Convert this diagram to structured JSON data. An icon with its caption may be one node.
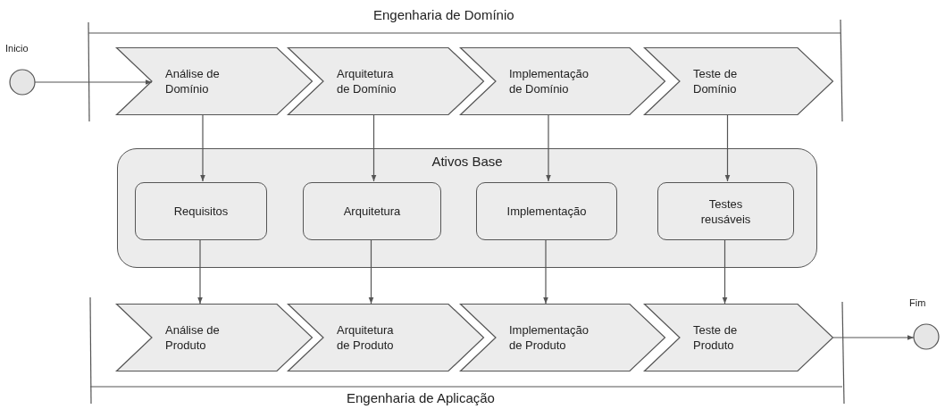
{
  "diagram": {
    "nodes": [
      {
        "text": [
          "Inicio"
        ]
      },
      {
        "text": [
          "Análise de Domínio"
        ]
      },
      {
        "text": [
          "Arquitetura de Domínio"
        ]
      },
      {
        "text": [
          "Implementação de Domínio"
        ]
      },
      {
        "text": [
          "Teste de Domínio"
        ]
      },
      {
        "text": [
          "Ativos Base"
        ]
      },
      {
        "text": [
          "Requisitos"
        ],
        "in": 5
      },
      {
        "text": [
          "Arquitetura"
        ],
        "in": 5
      },
      {
        "text": [
          "Implementação"
        ],
        "in": 5
      },
      {
        "text": [
          "Testes reusáveis"
        ],
        "in": 5
      },
      {
        "text": [
          "Análise de Produto"
        ]
      },
      {
        "text": [
          "Arquitetura de Produto"
        ]
      },
      {
        "text": [
          "Implementação de Produto"
        ]
      },
      {
        "text": [
          "Teste de Produto"
        ]
      },
      {
        "text": [
          "Fim"
        ]
      }
    ],
    "edges": [
      {
        "from": 0,
        "to": 1,
        "arrow": "to"
      },
      {
        "from": 1,
        "to": 6,
        "arrow": "to"
      },
      {
        "from": 2,
        "to": 7,
        "arrow": "to"
      },
      {
        "from": 3,
        "to": 8,
        "arrow": "to"
      },
      {
        "from": 4,
        "to": 9,
        "arrow": "to"
      },
      {
        "from": 6,
        "to": 10,
        "arrow": "to"
      },
      {
        "from": 7,
        "to": 11,
        "arrow": "to"
      },
      {
        "from": 8,
        "to": 12,
        "arrow": "to"
      },
      {
        "from": 9,
        "to": 13,
        "arrow": "to"
      },
      {
        "from": 13,
        "to": 14,
        "arrow": "to"
      }
    ],
    "labels": [
      "Engenharia de Domínio",
      "Engenharia de Aplicação"
    ]
  }
}
